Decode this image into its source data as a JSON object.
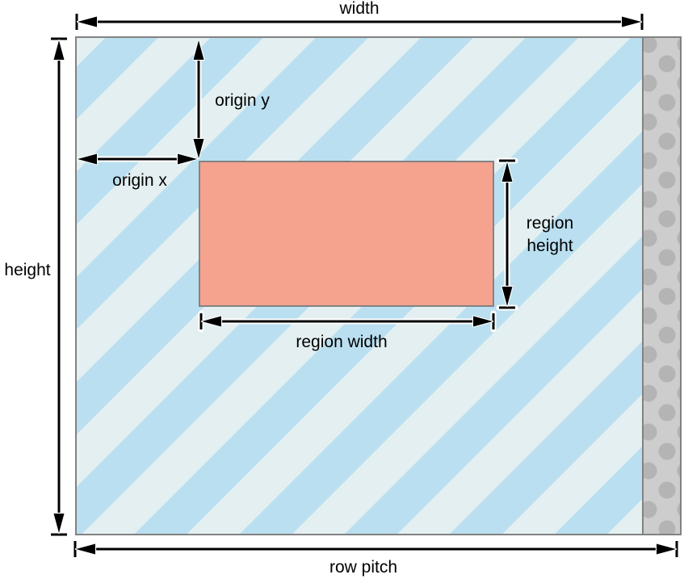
{
  "diagram": {
    "title": "image buffer geometry diagram",
    "labels": {
      "width": "width",
      "height": "height",
      "origin_y": "origin y",
      "origin_x": "origin x",
      "region_height_line1": "region",
      "region_height_line2": "height",
      "region_width": "region width",
      "row_pitch": "row pitch"
    },
    "colors": {
      "stripe_light": "#e3eff1",
      "stripe_blue": "#badff0",
      "region_fill": "#f5a38f",
      "pad_background": "#cdcdcd",
      "pad_dot": "#b4b4b4",
      "outline": "#828282",
      "arrow": "#000000"
    }
  }
}
